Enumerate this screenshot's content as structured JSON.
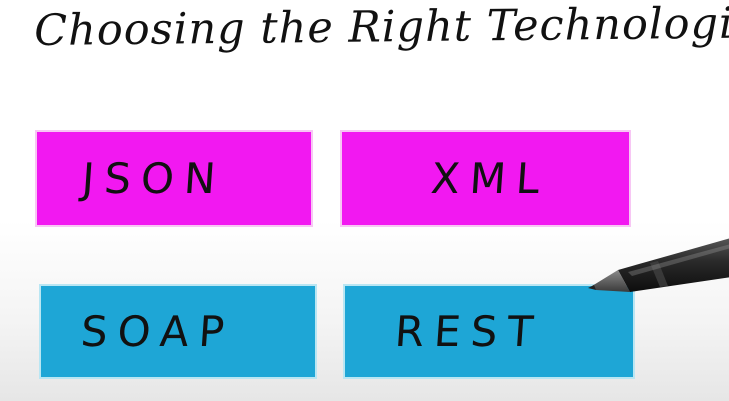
{
  "title": "Choosing the Right Technologies",
  "cards": {
    "json": {
      "label": "JSON",
      "color": "#f218f1"
    },
    "xml": {
      "label": "XML",
      "color": "#f218f1"
    },
    "soap": {
      "label": "SOAP",
      "color": "#1ea6d6"
    },
    "rest": {
      "label": "REST",
      "color": "#1ea6d6"
    }
  },
  "decor": {
    "pen_icon": "stylus-pen-icon"
  }
}
